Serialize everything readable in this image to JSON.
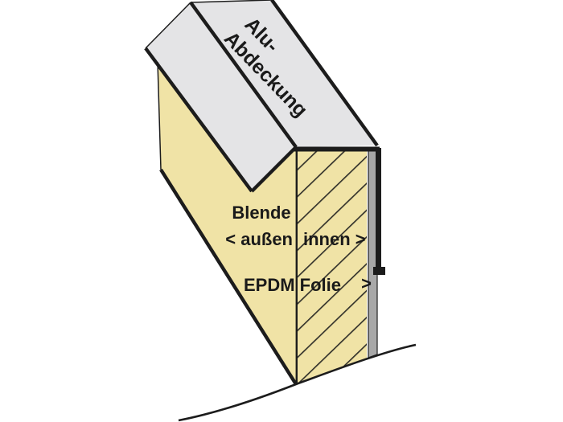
{
  "diagram": {
    "labels": {
      "alu_cover_line1": "Alu-",
      "alu_cover_line2": "Abdeckung",
      "board": "Blende",
      "outside": "< außen",
      "inside": "innen >",
      "membrane": "EPDM Folie",
      "membrane_arrow": ">"
    },
    "colors": {
      "board_face": "#f0e3a6",
      "alu_cover": "#e4e4e6",
      "epdm_strip": "#a8a8a8",
      "outline": "#1c1c1c",
      "hatch_line": "#32312a",
      "background": "#ffffff",
      "text": "#1a1a1a"
    }
  }
}
